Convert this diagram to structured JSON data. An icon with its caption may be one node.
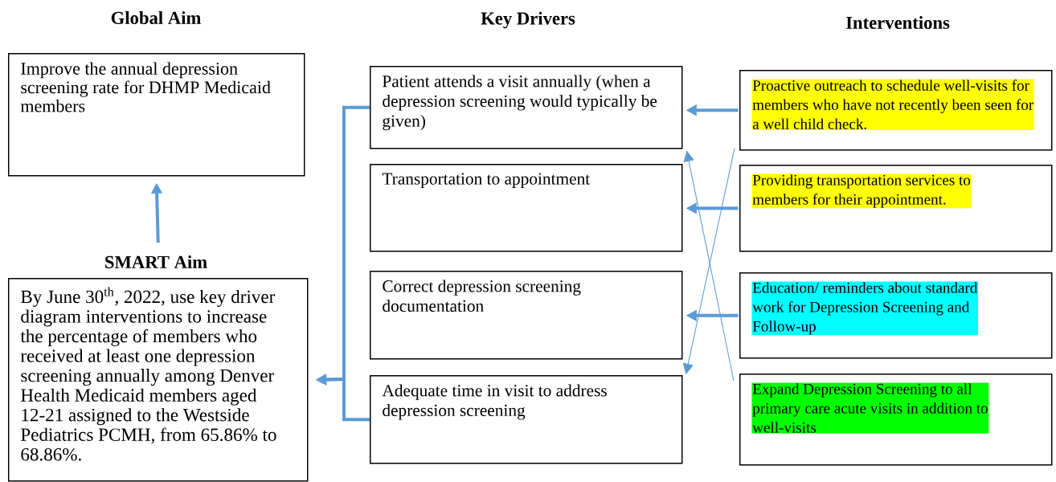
{
  "diagram": {
    "nodes": [
      {
        "text": [
          "Global Aim",
          "Improve the annual depression screening rate for DHMP Medicaid members"
        ]
      },
      {
        "text": [
          "SMART Aim",
          "By June 30$^{th}$, 2022, use key driver diagram interventions to increase the percentage of members who received at least one depression screening annually among Denver Health Medicaid members aged 12-21 assigned to the Westside Pediatrics PCMH, from 65.86% to 68.86%."
        ]
      },
      {
        "text": [
          "Patient attends a visit annually (when a depression screening would typically be given)"
        ]
      },
      {
        "text": [
          "Transportation to appointment"
        ]
      },
      {
        "text": [
          "Correct depression screening documentation"
        ]
      },
      {
        "text": [
          "Adequate time in visit to address depression screening"
        ]
      },
      {
        "text": [
          "Proactive outreach to schedule well-visits for members who have not recently been seen for a well child check."
        ]
      },
      {
        "text": [
          "Providing transportation services to members for their appointment."
        ]
      },
      {
        "text": [
          "Education/ reminders about standard work for Depression Screening and Follow-up"
        ]
      },
      {
        "text": [
          "Expand Depression Screening to all primary care acute visits in addition to well-visits"
        ]
      }
    ],
    "edges": [
      {
        "from": 1,
        "to": 0,
        "arrow": "to"
      },
      {
        "from": 2,
        "to": 1,
        "arrow": "to"
      },
      {
        "from": 5,
        "to": 1,
        "arrow": "to"
      },
      {
        "from": 6,
        "to": 2,
        "arrow": "to"
      },
      {
        "from": 7,
        "to": 3,
        "arrow": "to"
      },
      {
        "from": 8,
        "to": 4,
        "arrow": "to"
      },
      {
        "from": 9,
        "to": 2,
        "arrow": "to"
      },
      {
        "from": 6,
        "to": 5,
        "arrow": "to"
      }
    ],
    "labels": [
      "Key Drivers",
      "Interventions"
    ]
  }
}
